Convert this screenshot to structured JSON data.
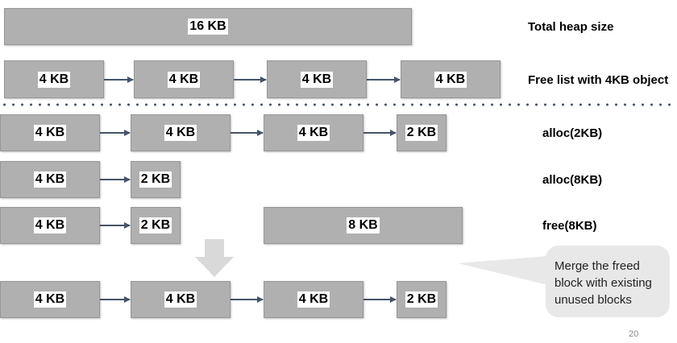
{
  "top": {
    "total_block": "16 KB",
    "total_label": "Total heap size"
  },
  "freelist": {
    "blocks": [
      "4 KB",
      "4 KB",
      "4 KB",
      "4 KB"
    ],
    "label": "Free list with 4KB object"
  },
  "alloc2": {
    "blocks": [
      "4 KB",
      "4 KB",
      "4 KB",
      "2 KB"
    ],
    "label": "alloc(2KB)"
  },
  "alloc8": {
    "blocks": [
      "4 KB",
      "2 KB"
    ],
    "label": "alloc(8KB)"
  },
  "free8": {
    "blocks": [
      "4 KB",
      "2 KB",
      "8 KB"
    ],
    "label": "free(8KB)"
  },
  "merged": {
    "blocks": [
      "4 KB",
      "4 KB",
      "4 KB",
      "2 KB"
    ]
  },
  "callout": {
    "lines": [
      "Merge the freed",
      "block with existing",
      "unused blocks"
    ]
  },
  "page_number": "20",
  "colors": {
    "block_fill": "#b0b0b0",
    "arrow": "#44546a",
    "down_arrow": "#d9d9d9",
    "callout_fill": "#e8e8e8"
  }
}
